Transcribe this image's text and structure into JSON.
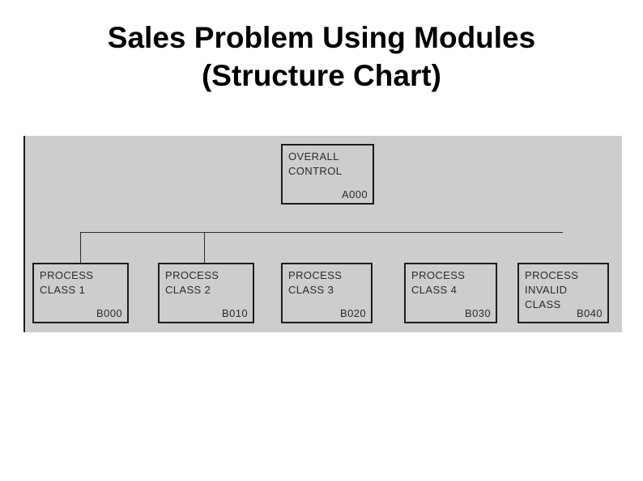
{
  "slide": {
    "title": "Sales Problem Using Modules\n(Structure Chart)"
  },
  "diagram": {
    "type": "structure-chart",
    "panel_color": "#cdcdcd",
    "box_border_color": "#1c1c1c",
    "line_color": "#2b2b2b",
    "root": {
      "label": "OVERALL\nCONTROL",
      "id": "A000"
    },
    "children": [
      {
        "label": "PROCESS\nCLASS 1",
        "id": "B000"
      },
      {
        "label": "PROCESS\nCLASS 2",
        "id": "B010"
      },
      {
        "label": "PROCESS\nCLASS 3",
        "id": "B020"
      },
      {
        "label": "PROCESS\nCLASS 4",
        "id": "B030"
      },
      {
        "label": "PROCESS\nINVALID\nCLASS",
        "id": "B040"
      }
    ],
    "connections": {
      "horizontal_bus": "below root, spanning from first child center past last child center",
      "visible_drops": [
        "child-1",
        "child-2"
      ]
    }
  }
}
